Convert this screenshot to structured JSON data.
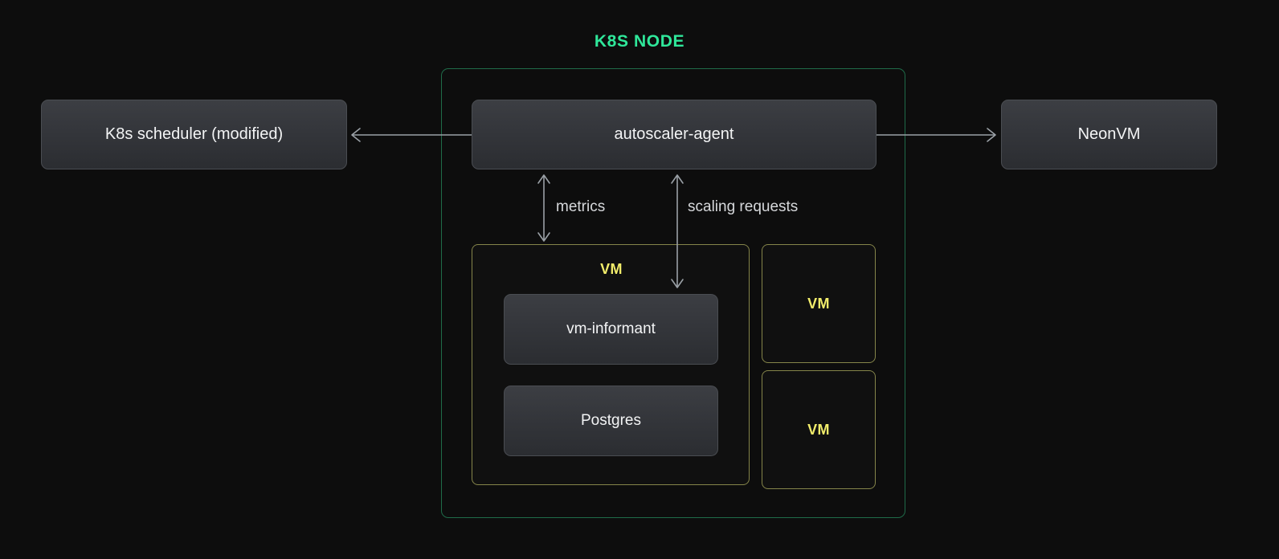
{
  "diagram": {
    "title": "K8S NODE",
    "background_color": "#0d0d0d",
    "node_border_color": "#1f6b49",
    "title_color": "#2fe79a",
    "vm_border_color": "#85854a",
    "vm_label_color": "#f2ed6b",
    "arrow_color": "#9aa0a6",
    "box_text_color": "#f3f4f5"
  },
  "external": {
    "scheduler": "K8s scheduler (modified)",
    "neonvm": "NeonVM"
  },
  "node": {
    "agent": "autoscaler-agent",
    "vm_main": {
      "label": "VM",
      "components": [
        "vm-informant",
        "Postgres"
      ]
    },
    "vm_others": [
      {
        "label": "VM"
      },
      {
        "label": "VM"
      }
    ]
  },
  "edges": {
    "metrics": "metrics",
    "scaling": "scaling requests"
  }
}
